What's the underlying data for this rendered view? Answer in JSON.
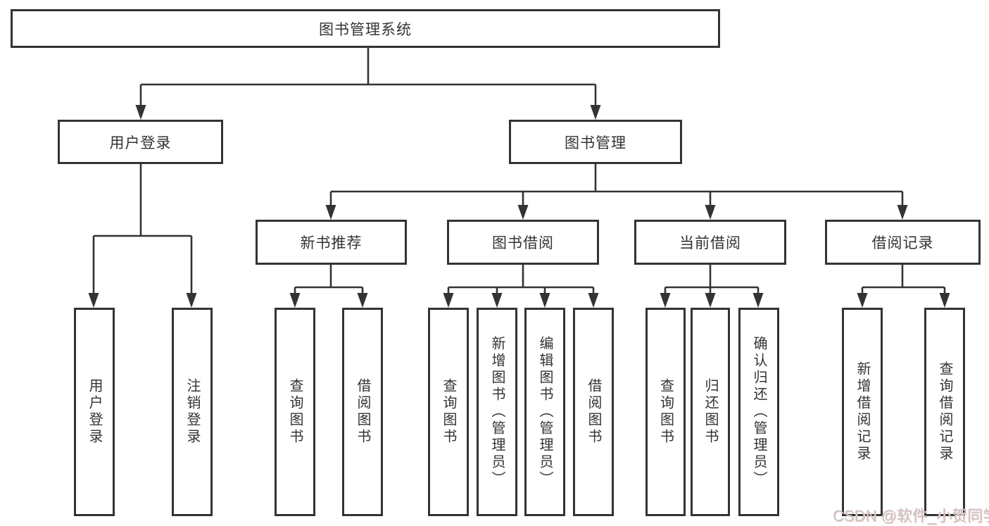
{
  "title": "图书管理系统",
  "watermark": "CSDN @软件_小贺同学",
  "colors": {
    "line": "#333333",
    "text": "#333333",
    "background": "#ffffff",
    "watermark": "#c8c8c8",
    "watermark_shadow": "#f0bcbc"
  },
  "nodes": {
    "root": {
      "label": "图书管理系统"
    },
    "user_login": {
      "label": "用户登录"
    },
    "book_mgmt": {
      "label": "图书管理"
    },
    "new_book_rec": {
      "label": "新书推荐"
    },
    "book_borrow": {
      "label": "图书借阅"
    },
    "current_borrow": {
      "label": "当前借阅"
    },
    "borrow_records": {
      "label": "借阅记录"
    },
    "leaf_user_login": {
      "label": "用户登录"
    },
    "leaf_logout": {
      "label": "注销登录"
    },
    "leaf_rec_query": {
      "label": "查询图书"
    },
    "leaf_rec_borrow": {
      "label": "借阅图书"
    },
    "leaf_bor_query": {
      "label": "查询图书"
    },
    "leaf_bor_add": {
      "label": "新增图书（管理员）"
    },
    "leaf_bor_edit": {
      "label": "编辑图书（管理员）"
    },
    "leaf_bor_borrow": {
      "label": "借阅图书"
    },
    "leaf_cur_query": {
      "label": "查询图书"
    },
    "leaf_cur_return": {
      "label": "归还图书"
    },
    "leaf_cur_confirm": {
      "label": "确认归还（管理员）"
    },
    "leaf_record_add": {
      "label": "新增借阅记录"
    },
    "leaf_record_query": {
      "label": "查询借阅记录"
    }
  }
}
